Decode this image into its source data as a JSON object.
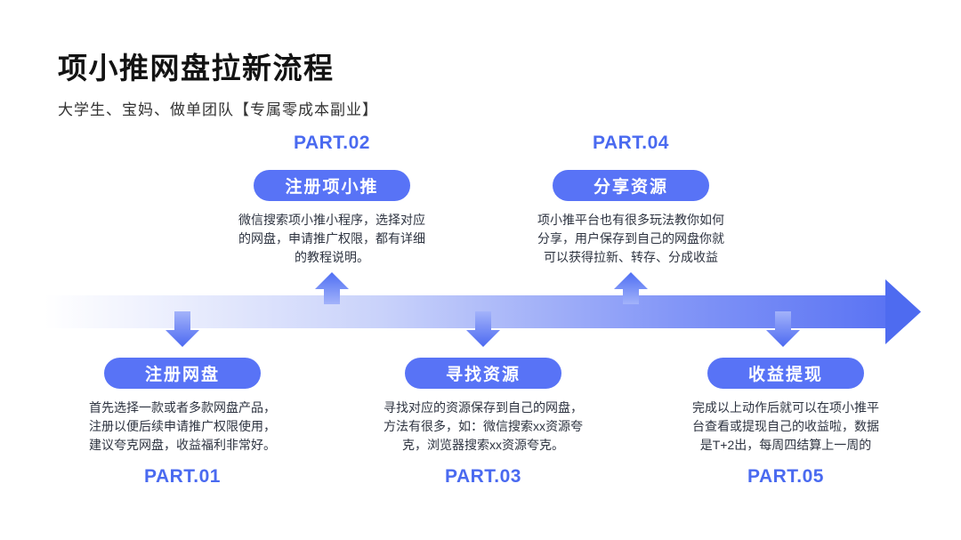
{
  "header": {
    "title": "项小推网盘拉新流程",
    "subtitle": "大学生、宝妈、做单团队【专属零成本副业】"
  },
  "steps": [
    {
      "part": "PART.01",
      "pill": "注册网盘",
      "position": "below",
      "desc_lines": [
        "首先选择一款或者多款网盘产品，",
        "注册以便后续申请推广权限使用，",
        "建议夸克网盘，收益福利非常好。"
      ]
    },
    {
      "part": "PART.02",
      "pill": "注册项小推",
      "position": "above",
      "desc_lines": [
        "微信搜索项小推小程序，选择对应",
        "的网盘，申请推广权限，都有详细",
        "的教程说明。"
      ]
    },
    {
      "part": "PART.03",
      "pill": "寻找资源",
      "position": "below",
      "desc_lines": [
        "寻找对应的资源保存到自己的网盘，",
        "方法有很多，如：微信搜索xx资源夸",
        "克，浏览器搜索xx资源夸克。"
      ]
    },
    {
      "part": "PART.04",
      "pill": "分享资源",
      "position": "above",
      "desc_lines": [
        "项小推平台也有很多玩法教你如何",
        "分享，用户保存到自己的网盘你就",
        "可以获得拉新、转存、分成收益"
      ]
    },
    {
      "part": "PART.05",
      "pill": "收益提现",
      "position": "below",
      "desc_lines": [
        "完成以上动作后就可以在项小推平",
        "台查看或提现自己的收益啦，数据",
        "是T+2出，每周四结算上一周的"
      ]
    }
  ],
  "colors": {
    "accent_blue": "#4a6af0",
    "pill_background": "#5873f6",
    "pill_text": "#ffffff",
    "timeline_gradient_start": "#ffffff",
    "timeline_gradient_end": "#5b74f3",
    "arrowhead": "#4e6bf0",
    "title_text": "#131313",
    "description_text": "#2d3340",
    "background": "#ffffff"
  }
}
